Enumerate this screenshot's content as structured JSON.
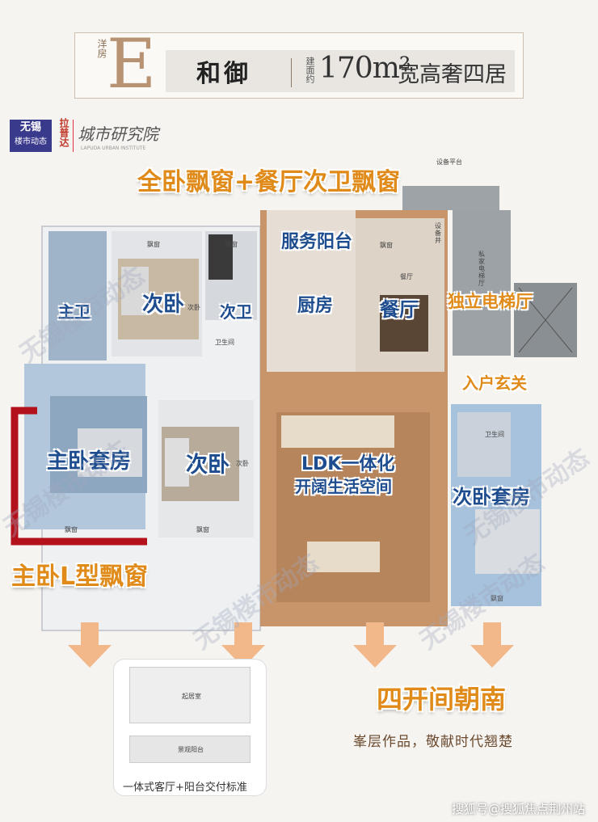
{
  "header": {
    "type_tag": "洋房",
    "unit_letter": "E",
    "project_name": "和御",
    "area_label": "建面约",
    "area_value": "170m²",
    "description": "宽高奢四居"
  },
  "logos": {
    "brand_line1": "无锡",
    "brand_line2": "楼市动态",
    "partner_tag": "拉普达",
    "institute": "城市研究院",
    "institute_sub": "LAPUDA URBAN INSTITUTE"
  },
  "headline": "全卧飘窗+餐厅次卫飘窗",
  "rooms": {
    "service_balcony": "服务阳台",
    "kitchen": "厨房",
    "dining": "餐厅",
    "elevator_hall": "独立电梯厅",
    "master_bath": "主卫",
    "second_bedroom_top": "次卧",
    "second_bath": "次卫",
    "master_suite": "主卧套房",
    "second_bedroom_mid": "次卧",
    "ldk_line1": "LDK一体化",
    "ldk_line2": "开阔生活空间",
    "entrance": "入户玄关",
    "second_suite": "次卧套房",
    "master_bay_window": "主卧L型飘窗",
    "four_bays_south": "四开间朝南"
  },
  "small_labels": {
    "equip_platform": "设备平台",
    "pipe_well": "设备井",
    "private_elevator": "私家电梯厅",
    "bay1": "飘窗",
    "bay2": "飘窗",
    "bay3": "飘窗",
    "bay4": "飘窗",
    "bay5": "飘窗",
    "bay6": "飘窗",
    "wc1": "卫生间",
    "wc2": "卫生间",
    "dining_small": "餐厅",
    "bedroom_small1": "次卧",
    "bedroom_small2": "次卧",
    "living_small": "起居室",
    "balcony_small": "景观阳台"
  },
  "inset_caption": "一体式客厅+阳台交付标准",
  "slogan": "峯层作品，敬献时代翘楚",
  "watermark": "无锡楼市动态",
  "bottom_brand": "搜狐号@搜狐焦点荆州站",
  "colors": {
    "accent_orange": "#e08b19",
    "label_blue": "#1e4d8f",
    "highlight_red": "#b3121c",
    "ldk_fill": "#c8956a",
    "plan_blue": "#a7c2dc"
  }
}
